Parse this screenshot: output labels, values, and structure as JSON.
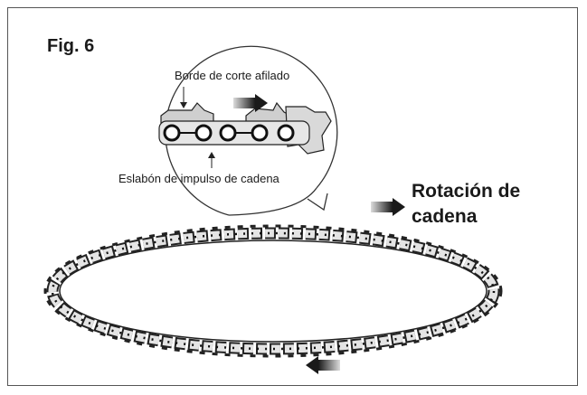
{
  "figure": {
    "title": "Fig. 6",
    "rotation_label_line1": "Rotación de",
    "rotation_label_line2": "cadena"
  },
  "detail": {
    "sharp_edge_label": "Borde de corte afilado",
    "drive_link_label": "Eslabón de impulso de cadena"
  },
  "colors": {
    "ink": "#1a1a1a",
    "chain_fill": "#d9d9d9",
    "frame": "#555555"
  },
  "icons": [
    "direction-arrow-icon",
    "chain-link-icon",
    "cutter-tooth-icon"
  ]
}
